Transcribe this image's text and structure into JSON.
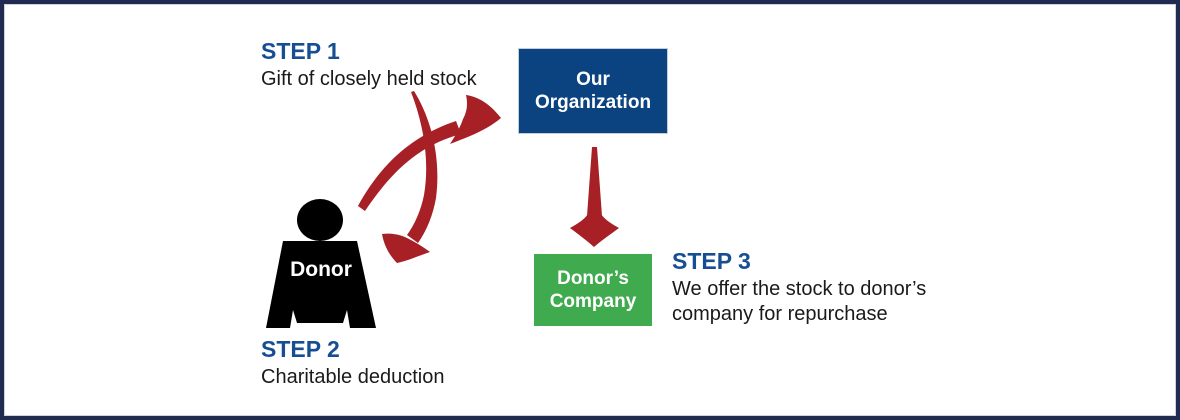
{
  "steps": [
    {
      "heading": "STEP 1",
      "description": "Gift of closely held stock"
    },
    {
      "heading": "STEP 2",
      "description": "Charitable deduction"
    },
    {
      "heading": "STEP 3",
      "description": "We offer the stock to donor’s company for repurchase"
    }
  ],
  "nodes": {
    "organization": {
      "label": "Our Organization"
    },
    "donor_company": {
      "label": "Donor’s Company"
    },
    "donor": {
      "label": "Donor"
    }
  },
  "colors": {
    "canvas_border": "#212a4f",
    "organization_box": "#0b4381",
    "donor_company_box": "#3faa4e",
    "arrow_red": "#a62026",
    "step_heading_blue": "#164e94",
    "donor_figure": "#000000",
    "body_text": "#1a1a1a"
  }
}
